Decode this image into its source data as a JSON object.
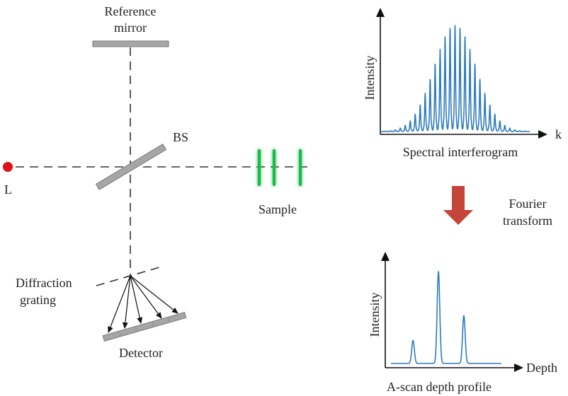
{
  "labels": {
    "reference_mirror": [
      "Reference",
      "mirror"
    ],
    "beam_splitter": "BS",
    "light_source": "L",
    "sample": "Sample",
    "diffraction_grating": [
      "Diffraction",
      "grating"
    ],
    "detector": "Detector",
    "fourier_transform": [
      "Fourier",
      "transform"
    ]
  },
  "colors": {
    "light_source": "#e0101a",
    "sample_layers": "#1fb84a",
    "optics_gray": "#a6a6a6",
    "trace_blue": "#2e7bbd",
    "arrow_red": "#c5453a"
  },
  "chart_data": [
    {
      "type": "line",
      "title": "Spectral interferogram",
      "xlabel": "k",
      "ylabel": "Intensity",
      "description": "Gaussian-envelope spectrum modulated by interference fringes",
      "envelope_center": 0.5,
      "envelope_width": 0.14,
      "fringe_count": 30,
      "peak_relative": 1.0,
      "dc_envelope_relative": 0.5
    },
    {
      "type": "line",
      "title": "A-scan depth profile",
      "xlabel": "Depth",
      "ylabel": "Intensity",
      "peaks": [
        {
          "position": 0.2,
          "height": 0.25
        },
        {
          "position": 0.43,
          "height": 1.0
        },
        {
          "position": 0.66,
          "height": 0.52
        }
      ],
      "baseline": 0.0
    }
  ]
}
